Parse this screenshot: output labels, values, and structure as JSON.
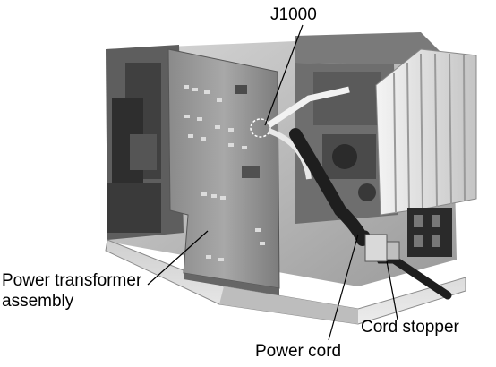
{
  "callouts": {
    "j1000": "J1000",
    "power_transformer_line1": "Power transformer",
    "power_transformer_line2": "assembly",
    "power_cord": "Power cord",
    "cord_stopper": "Cord stopper"
  }
}
